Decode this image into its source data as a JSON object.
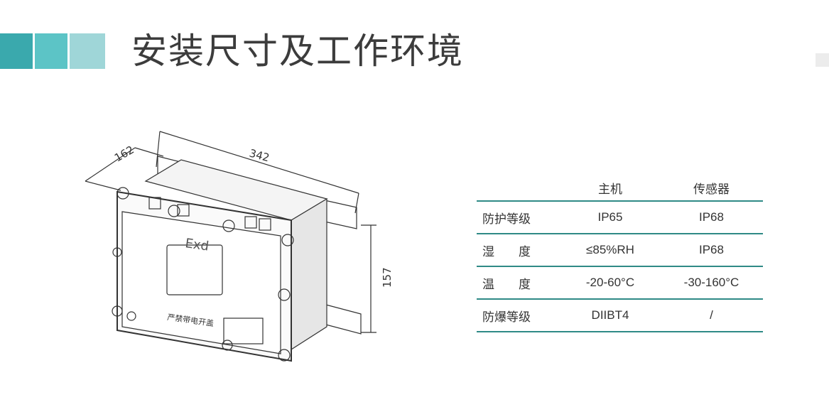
{
  "header": {
    "title": "安装尺寸及工作环境"
  },
  "diagram": {
    "dim_depth": "162",
    "dim_width": "342",
    "dim_height": "157",
    "label_exd": "Exd",
    "label_product": "严禁带电开盖"
  },
  "spec_table": {
    "columns": [
      "",
      "主机",
      "传感器"
    ],
    "rows": [
      {
        "label": "防护等级",
        "host": "IP65",
        "sensor": "IP68"
      },
      {
        "label": "湿　　度",
        "host": "≤85%RH",
        "sensor": "IP68"
      },
      {
        "label": "温　　度",
        "host": "-20-60°C",
        "sensor": "-30-160°C"
      },
      {
        "label": "防爆等级",
        "host": "DIIBT4",
        "sensor": "/"
      }
    ]
  }
}
